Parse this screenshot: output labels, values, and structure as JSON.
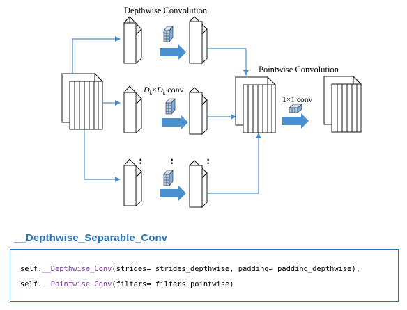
{
  "colors": {
    "arrow": "#4A90CF",
    "tensor_stroke": "#1a1a1a",
    "kernel_fill": "#5B9BD5",
    "heading": "#2E74B5",
    "code_method": "#7E3F98",
    "code_border": "#2E74B5"
  },
  "diagram": {
    "depthwise_title": "Depthwise Convolution",
    "pointwise_title": "Pointwise Convolution",
    "dk_label_d1": "D",
    "dk_label_sub1": "k",
    "dk_label_times": "×",
    "dk_label_d2": "D",
    "dk_label_sub2": "k",
    "dk_label_conv": "conv",
    "one_by_one_label": "1×1 conv",
    "ellipsis_mark": ":"
  },
  "section": {
    "heading": "__Depthwise_Separable_Conv"
  },
  "code": {
    "line1_prefix": "self.",
    "line1_method": "__Depthwise_Conv",
    "line1_args": "(strides= strides_depthwise, padding= padding_depthwise),",
    "line2_prefix": "self.",
    "line2_method": "__Pointwise_Conv",
    "line2_args": "(filters= filters_pointwise)"
  }
}
